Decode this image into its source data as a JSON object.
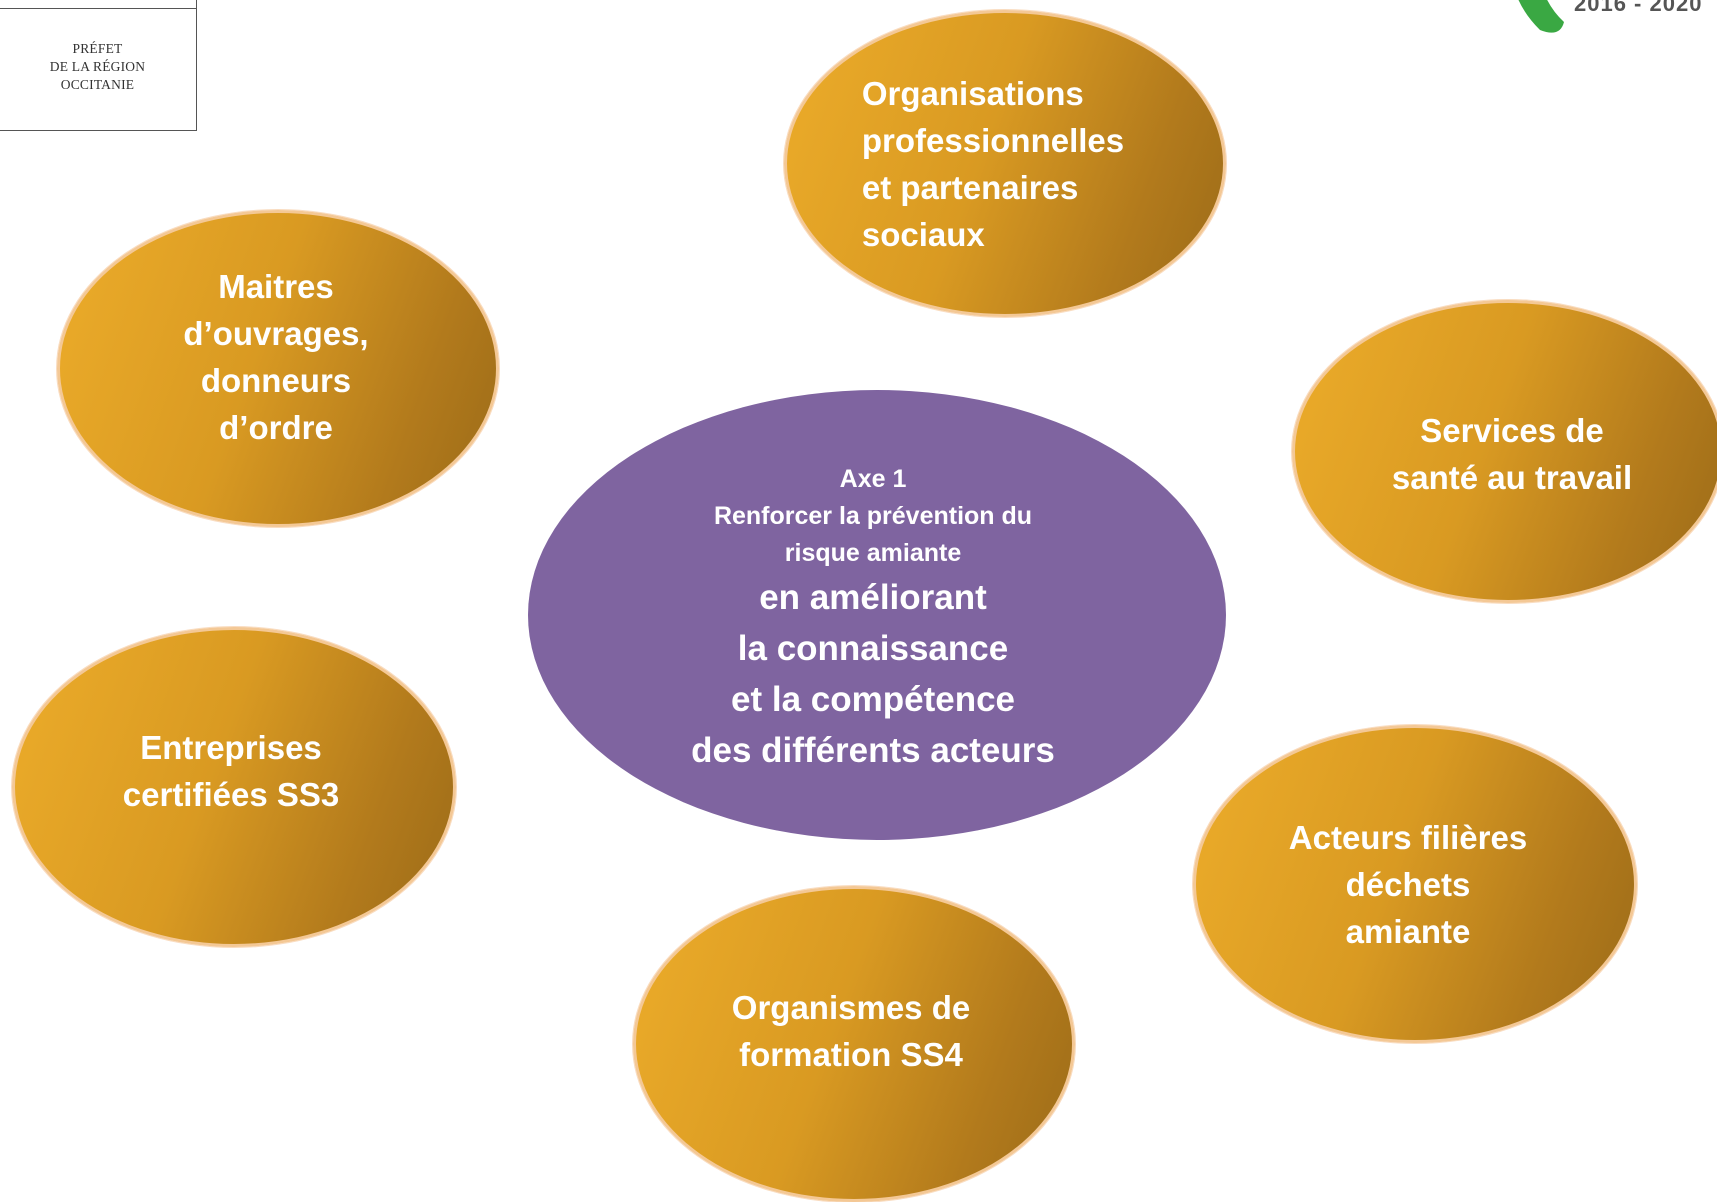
{
  "header": {
    "prefet_lines": [
      "PRÉFET",
      "DE LA RÉGION",
      "OCCITANIE"
    ],
    "plan_years": "2016 - 2020"
  },
  "center": {
    "small_lines": [
      "Axe 1",
      "Renforcer la prévention du",
      "risque amiante"
    ],
    "big_lines": [
      "en améliorant",
      "la connaissance",
      "et la compétence",
      "des différents acteurs"
    ],
    "color": "#7f64a0"
  },
  "actors": {
    "organisations_pro": "Organisations\nprofessionnelles\net partenaires\nsociaux",
    "maitres_ouvrages": "Maitres\nd’ouvrages,\ndonneurs\nd’ordre",
    "services_sante": "Services de\nsanté au travail",
    "entreprises_ss3": "Entreprises\ncertifiées SS3",
    "acteurs_dechets": "Acteurs filières\ndéchets\namiante",
    "organismes_ss4": "Organismes de\nformation SS4"
  },
  "colors": {
    "bubble_fill": "#d99a22",
    "bubble_border": "#f4c895",
    "plan_logo_green": "#3aa843"
  }
}
